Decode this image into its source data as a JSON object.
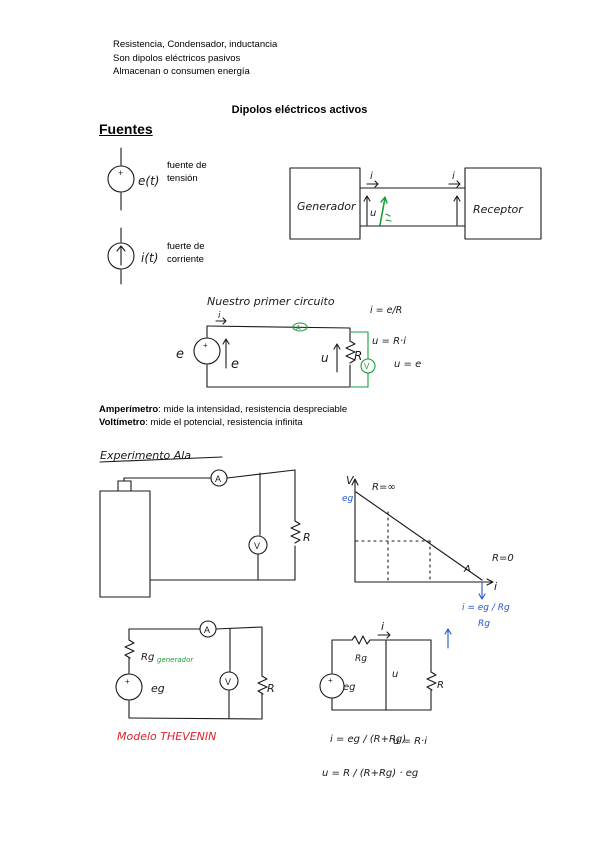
{
  "intro": {
    "line1": "Resistencia, Condensador, inductancia",
    "line2": "Son dipolos eléctricos pasivos",
    "line3": "Almacenan o consumen energía"
  },
  "section_title": "Dipolos eléctricos activos",
  "fuentes_heading": "Fuentes",
  "voltage_source": {
    "symbol": "e(t)",
    "label_line1": "fuente de",
    "label_line2": "tensión"
  },
  "current_source": {
    "symbol": "i(t)",
    "label_line1": "fuerte de",
    "label_line2": "corriente"
  },
  "gen_recv": {
    "generator": "Generador",
    "receiver": "Receptor",
    "current": "i",
    "voltage": "u"
  },
  "first_circuit": {
    "title": "Nuestro primer circuito",
    "eq1": "i = e/R",
    "eq2": "u = R·i",
    "eq3": "u = e",
    "source": "e",
    "resistor": "R",
    "voltage": "u",
    "ammeter": "A",
    "voltmeter": "V",
    "current": "i"
  },
  "meters": {
    "ammeter_term": "Amperímetro",
    "ammeter_desc": ": mide la intensidad, resistencia despreciable",
    "voltmeter_term": "Voltímetro",
    "voltmeter_desc": ": mide el potencial, resistencia infinita"
  },
  "experiment": {
    "title": "Experimento Ala",
    "ammeter": "A",
    "voltmeter": "V",
    "resistor": "R"
  },
  "graph": {
    "y_axis": "V",
    "x_axis": "i",
    "eg": "eg",
    "r_inf": "R=∞",
    "r_zero": "R=0",
    "point": "A",
    "i_short": "i = eg / Rg"
  },
  "thevenin": {
    "rg": "Rg",
    "rg_note": "generador",
    "eg": "eg",
    "ammeter": "A",
    "voltmeter": "V",
    "resistor": "R",
    "title": "Modelo THEVENIN"
  },
  "final_circuit": {
    "i": "i",
    "rg": "Rg",
    "eg": "eg",
    "u": "u",
    "r": "R",
    "eq_i": "i = eg / (R+Rg)",
    "eq_u": "u = R·i",
    "eq_u2": "u = R / (R+Rg) · eg"
  },
  "colors": {
    "ink": "#1a1a1a",
    "green": "#1a9e3a",
    "blue": "#2255cc",
    "red": "#e0202a"
  }
}
